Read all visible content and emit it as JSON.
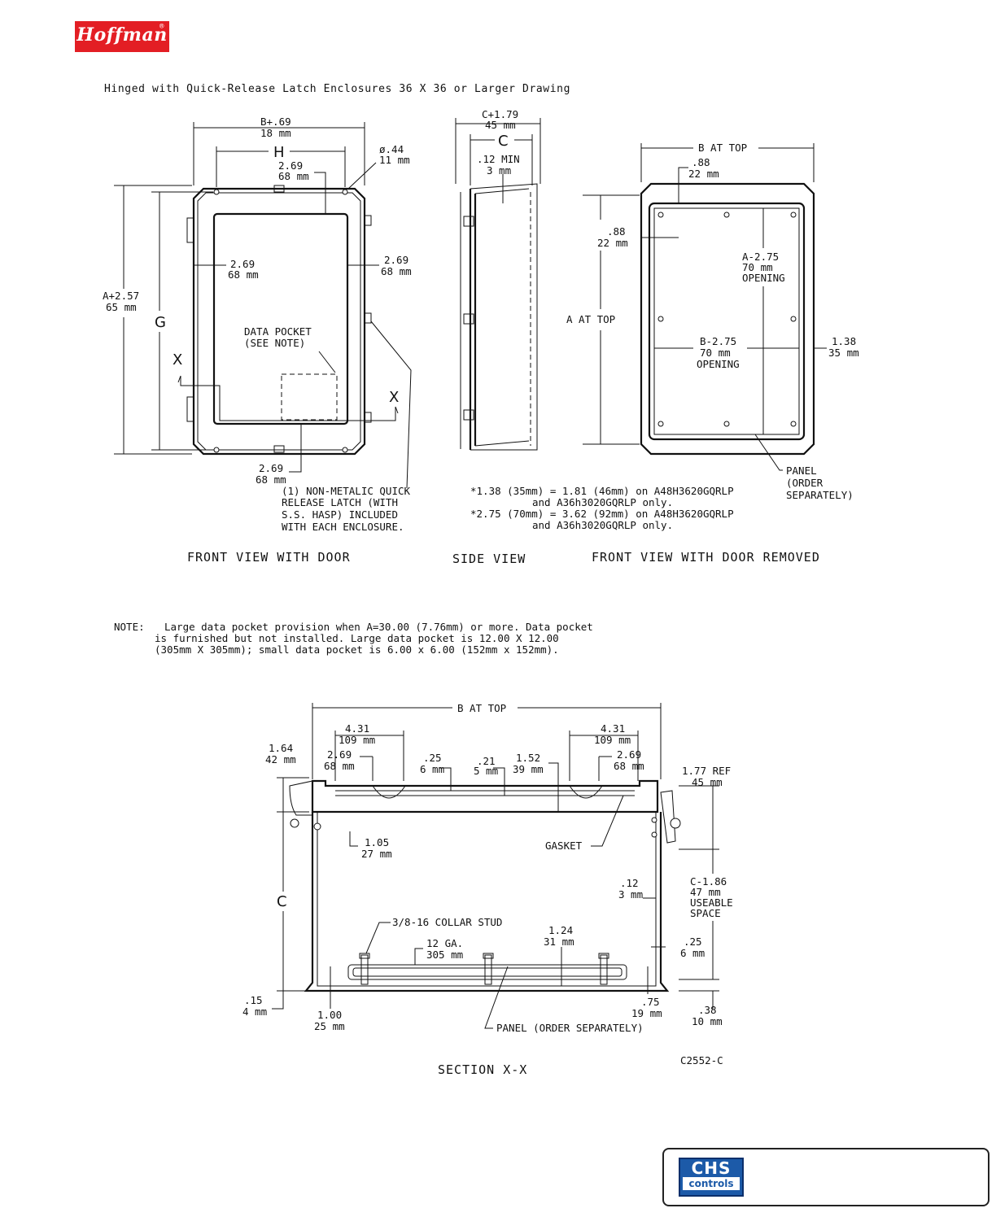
{
  "brand": {
    "logo_text": "Hoffman",
    "reg_mark": "®"
  },
  "title": "Hinged with Quick-Release Latch Enclosures 36 X 36 or Larger Drawing",
  "front_view": {
    "caption": "FRONT VIEW WITH DOOR",
    "dim_b_plus": "B+.69",
    "dim_b_plus_mm": "18 mm",
    "dim_h": "H",
    "dim_hole": "ø.44",
    "dim_hole_mm": "11 mm",
    "dim_top_in": "2.69",
    "dim_top_mm": "68 mm",
    "dim_left_in": "2.69",
    "dim_left_mm": "68 mm",
    "dim_right_in": "2.69",
    "dim_right_mm": "68 mm",
    "dim_bottom_in": "2.69",
    "dim_bottom_mm": "68 mm",
    "dim_a_plus": "A+2.57",
    "dim_a_plus_mm": "65 mm",
    "dim_g": "G",
    "data_pocket_1": "DATA POCKET",
    "data_pocket_2": "(SEE NOTE)",
    "section_x_left": "X",
    "section_x_right": "X",
    "latch_note_1": "(1) NON-METALIC QUICK",
    "latch_note_2": "RELEASE LATCH (WITH",
    "latch_note_3": "S.S. HASP) INCLUDED",
    "latch_note_4": "WITH EACH ENCLOSURE."
  },
  "side_view": {
    "caption": "SIDE VIEW",
    "dim_c_plus": "C+1.79",
    "dim_c_plus_mm": "45 mm",
    "dim_c": "C",
    "dim_min": ".12 MIN",
    "dim_min_mm": "3 mm"
  },
  "door_removed_view": {
    "caption": "FRONT VIEW WITH DOOR REMOVED",
    "dim_b_top": "B AT TOP",
    "dim_88_top": ".88",
    "dim_88_top_mm": "22 mm",
    "dim_88_left": ".88",
    "dim_88_left_mm": "22 mm",
    "dim_a_top": "A AT TOP",
    "dim_a_minus_1": "A-2.75",
    "dim_a_minus_2": "70 mm",
    "dim_a_minus_3": "OPENING",
    "dim_b_minus_1": "B-2.75",
    "dim_b_minus_2": "70 mm",
    "dim_b_minus_3": "OPENING",
    "dim_138": "1.38",
    "dim_138_mm": "35 mm",
    "panel_1": "PANEL",
    "panel_2": "(ORDER",
    "panel_3": "SEPARATELY)"
  },
  "footnotes": {
    "line1": "*1.38 (35mm) = 1.81 (46mm) on A48H3620GQRLP",
    "line2": "and A36h3020GQRLP only.",
    "line3": "*2.75 (70mm) = 3.62 (92mm) on A48H3620GQRLP",
    "line4": "and A36h3020GQRLP only."
  },
  "note": {
    "label": "NOTE:",
    "line1": "Large data pocket provision when A=30.00 (7.76mm) or more. Data pocket",
    "line2": "is furnished but not installed.  Large data pocket is 12.00 X 12.00",
    "line3": "(305mm X 305mm); small data pocket is 6.00 x 6.00 (152mm x 152mm)."
  },
  "section": {
    "caption": "SECTION X-X",
    "drawing_no": "C2552-C",
    "dim_b_top": "B AT TOP",
    "dim_431_l": "4.31",
    "dim_431_l_mm": "109 mm",
    "dim_431_r": "4.31",
    "dim_431_r_mm": "109 mm",
    "dim_164": "1.64",
    "dim_164_mm": "42 mm",
    "dim_269_l": "2.69",
    "dim_269_l_mm": "68 mm",
    "dim_269_r": "2.69",
    "dim_269_r_mm": "68 mm",
    "dim_25_top": ".25",
    "dim_25_top_mm": "6 mm",
    "dim_21": ".21",
    "dim_21_mm": "5 mm",
    "dim_152": "1.52",
    "dim_152_mm": "39 mm",
    "dim_177": "1.77 REF",
    "dim_177_mm": "45 mm",
    "dim_105": "1.05",
    "dim_105_mm": "27 mm",
    "gasket": "GASKET",
    "dim_c": "C",
    "dim_12": ".12",
    "dim_12_mm": "3 mm",
    "dim_c_minus_1": "C-1.86",
    "dim_c_minus_2": "47 mm",
    "dim_c_minus_3": "USEABLE",
    "dim_c_minus_4": "SPACE",
    "collar_stud": "3/8-16 COLLAR STUD",
    "dim_124": "1.24",
    "dim_124_mm": "31 mm",
    "dim_12ga": "12 GA.",
    "dim_12ga_mm": "305 mm",
    "dim_25_r": ".25",
    "dim_25_r_mm": "6 mm",
    "dim_15": ".15",
    "dim_15_mm": "4 mm",
    "dim_100": "1.00",
    "dim_100_mm": "25 mm",
    "dim_75": ".75",
    "dim_75_mm": "19 mm",
    "dim_38": ".38",
    "dim_38_mm": "10 mm",
    "panel": "PANEL (ORDER SEPARATELY)"
  },
  "footer": {
    "logo_top": "CHS",
    "logo_bottom": "controls"
  }
}
